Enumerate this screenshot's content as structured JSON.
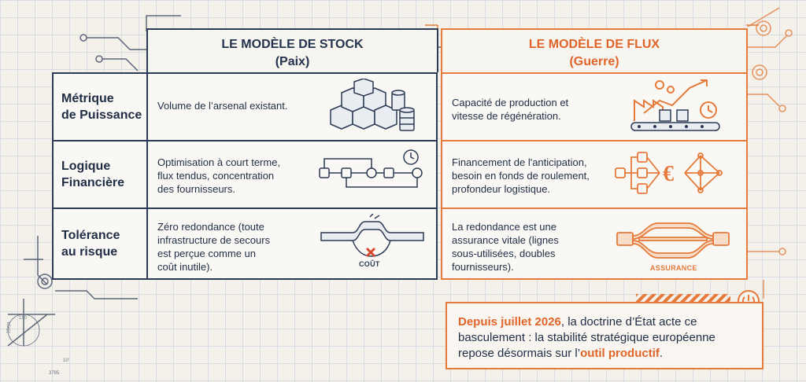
{
  "columns": {
    "stock": {
      "title": "LE MODÈLE DE STOCK",
      "subtitle": "(Paix)"
    },
    "flux": {
      "title": "LE MODÈLE DE FLUX",
      "subtitle": "(Guerre)"
    }
  },
  "rows": [
    {
      "label_line1": "Métrique",
      "label_line2": "de Puissance",
      "stock": [
        "Volume de l’arsenal existant."
      ],
      "flux": [
        "Capacité de production et",
        "vitesse de régénération."
      ]
    },
    {
      "label_line1": "Logique",
      "label_line2": "Financière",
      "stock": [
        "Optimisation à court terme,",
        "flux tendus, concentration",
        "des fournisseurs."
      ],
      "flux": [
        "Financement de l'anticipation,",
        "besoin en fonds de roulement,",
        "profondeur logistique."
      ]
    },
    {
      "label_line1": "Tolérance",
      "label_line2": "au risque",
      "stock": [
        "Zéro redondance (toute",
        "infrastructure de secours",
        "est perçue comme un",
        "coût inutile)."
      ],
      "flux": [
        "La redondance est une",
        "assurance vitale (lignes",
        "sous-utilisées, doubles",
        "fournisseurs)."
      ]
    }
  ],
  "icon_labels": {
    "cost": "COÛT",
    "insurance": "ASSURANCE",
    "euro": "€"
  },
  "callout": {
    "highlight1": "Depuis juillet 2026",
    "text1": ", la doctrine d’État acte ce",
    "text2": "basculement : la stabilité stratégique européenne",
    "text3": "repose désormais sur l’",
    "highlight2": "outil productif",
    "text4": "."
  },
  "sketch_numbers": [
    "150",
    "10'",
    "3785",
    "10eja"
  ],
  "colors": {
    "navy": "#2b3a55",
    "orange": "#e57a3a",
    "accent_text": "#e0652a",
    "background": "#f4f1ea"
  }
}
